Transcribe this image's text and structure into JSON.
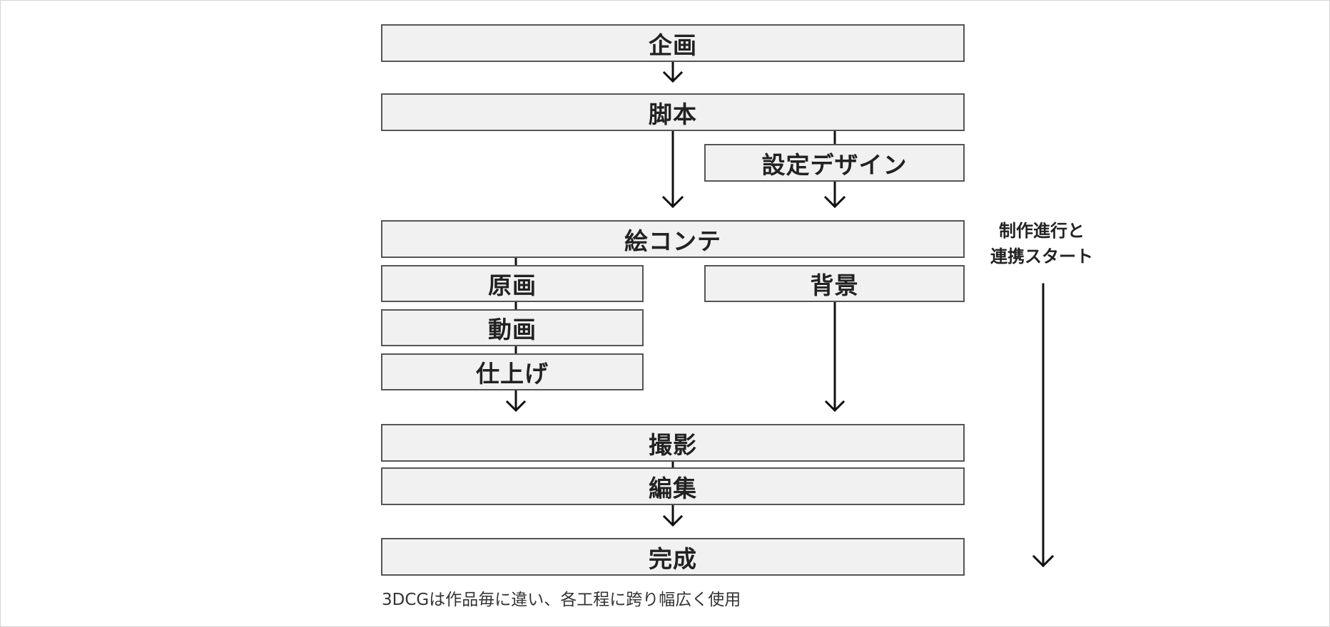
{
  "diagram": {
    "nodes": {
      "kikaku": "企画",
      "kyakuhon": "脚本",
      "settei_design": "設定デザイン",
      "ekonte": "絵コンテ",
      "genga": "原画",
      "haikei": "背景",
      "douga": "動画",
      "shiage": "仕上げ",
      "satsuei": "撮影",
      "henshu": "編集",
      "kansei": "完成"
    },
    "side_label": {
      "line1": "制作進行と",
      "line2": "連携スタート"
    },
    "note": "3DCGは作品毎に違い、各工程に跨り幅広く使用"
  }
}
